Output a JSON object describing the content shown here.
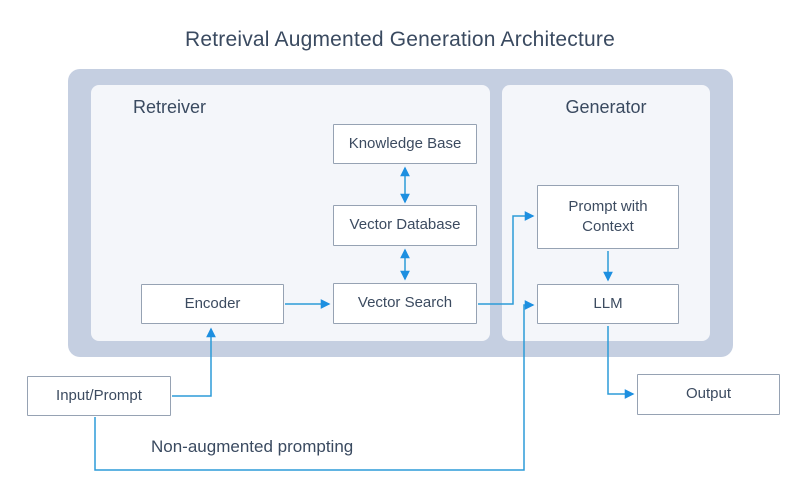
{
  "title": "Retreival Augmented Generation Architecture",
  "sections": {
    "retriever": "Retreiver",
    "generator": "Generator"
  },
  "nodes": {
    "knowledge_base": "Knowledge Base",
    "vector_database": "Vector Database",
    "vector_search": "Vector Search",
    "encoder": "Encoder",
    "prompt_with_context": "Prompt with Context",
    "llm": "LLM",
    "input_prompt": "Input/Prompt",
    "output": "Output"
  },
  "annotation": {
    "non_augmented": "Non-augmented prompting"
  },
  "colors": {
    "container_bg": "#c5cfe1",
    "panel_bg": "#f4f6fa",
    "node_bg": "#ffffff",
    "node_border": "#96a2b3",
    "text": "#3c4b60",
    "arrow_line": "#2d9bd8",
    "arrow_head": "#1d8fe0"
  }
}
